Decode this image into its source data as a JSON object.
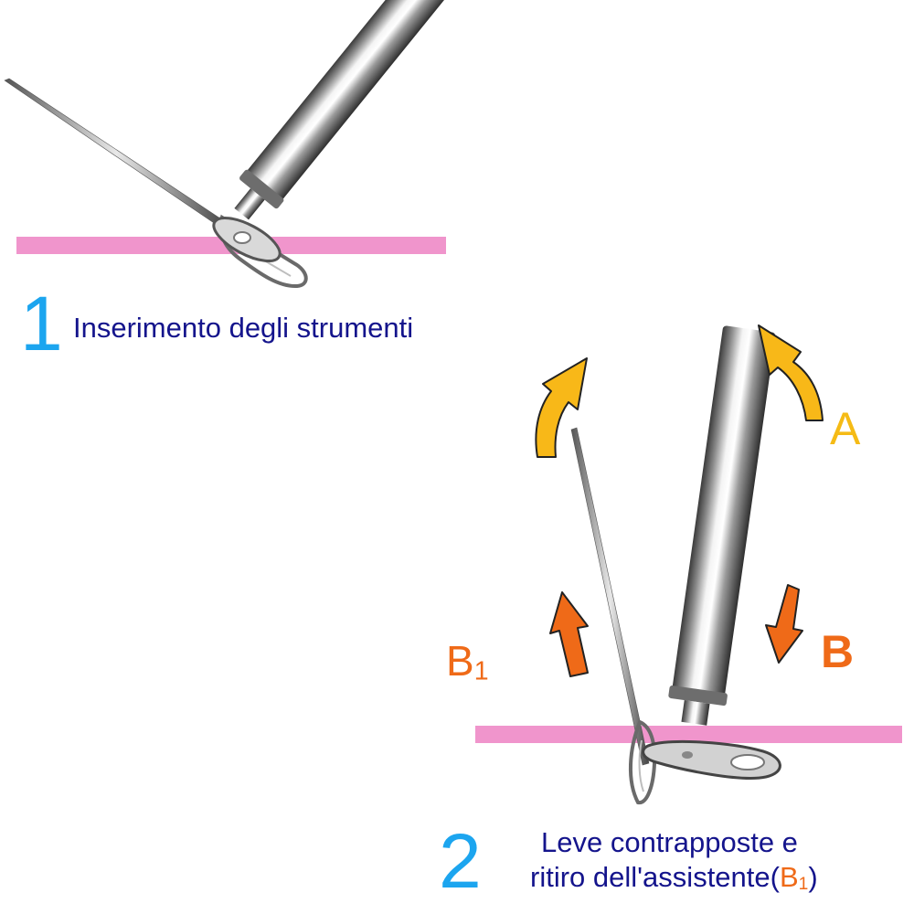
{
  "steps": [
    {
      "number": "1",
      "caption": "Inserimento degli strumenti"
    },
    {
      "number": "2",
      "caption_line1": "Leve contrapposte e",
      "caption_line2": "ritiro dell'assistente",
      "caption_paren_open": "(",
      "caption_paren_close": ")",
      "caption_ref_main": "B",
      "caption_ref_sub": "1"
    }
  ],
  "labels": {
    "a": "A",
    "b": "B",
    "b1_main": "B",
    "b1_sub": "1"
  },
  "colors": {
    "step_number": "#1ca5ef",
    "caption_text": "#14148c",
    "label_a": "#f5bb16",
    "label_b": "#ef6a18",
    "arrow_yellow": "#f8b818",
    "arrow_orange": "#ef6a18",
    "surface_line": "#ef8cc8"
  }
}
